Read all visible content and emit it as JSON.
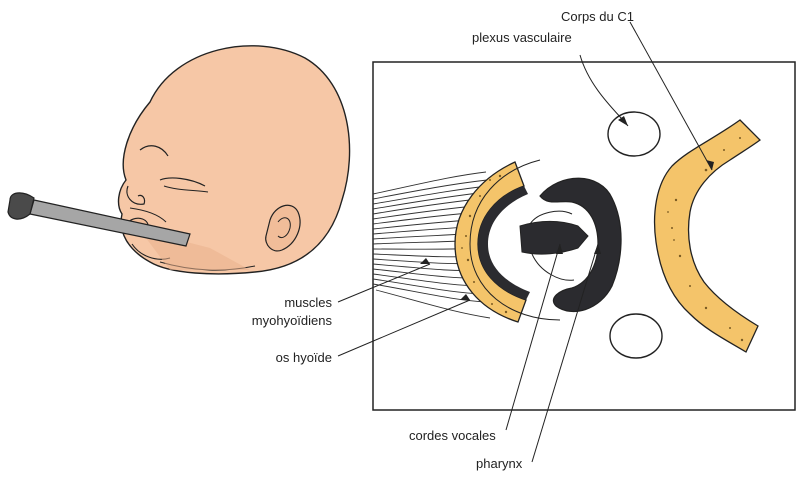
{
  "labels": {
    "corps_c1": "Corps du C1",
    "plexus": "plexus vasculaire",
    "muscles_line1": "muscles",
    "muscles_line2": "myohyoïdiens",
    "os_hyoide": "os hyoïde",
    "cordes_vocales": "cordes vocales",
    "pharynx": "pharynx"
  },
  "colors": {
    "skin": "#f6c7a6",
    "skin_shadow": "#e9b08d",
    "bone": "#f4c46a",
    "bone_speckle": "#7a5a22",
    "dark_tissue": "#2b2b2f",
    "probe": "#a6a6a6",
    "probe_dark": "#4a4a4a",
    "line": "#222222"
  }
}
